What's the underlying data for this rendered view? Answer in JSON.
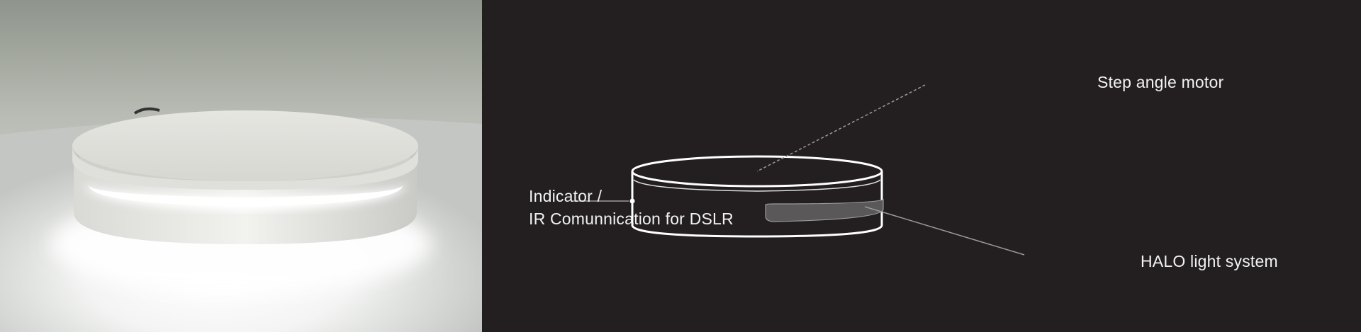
{
  "photo": {
    "alt_subject": "turntable-with-halo-light"
  },
  "diagram": {
    "step_angle_motor": "Step angle motor",
    "indicator_line1": "Indicator /",
    "indicator_line2": "IR Comunnication for DSLR",
    "halo_light_system": "HALO light system"
  },
  "colors": {
    "diagram_background": "#231f20",
    "outline": "#ffffff",
    "text": "#f2f2f2",
    "leader_line": "#9a9a9a"
  }
}
